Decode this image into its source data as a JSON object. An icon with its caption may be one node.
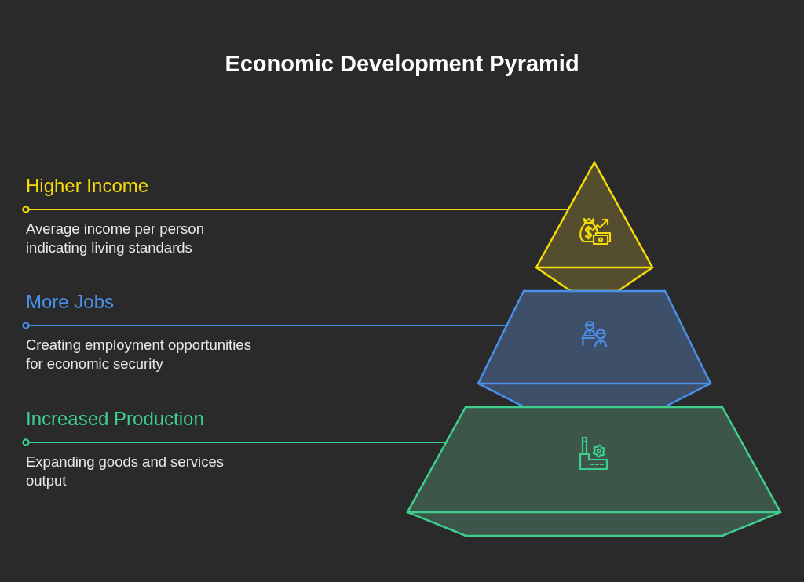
{
  "diagram": {
    "title": "Economic Development Pyramid",
    "nodes": [
      {
        "text": [
          "Higher Income",
          "Average income per person indicating living standards"
        ]
      },
      {
        "text": [],
        "shape": "triangle"
      },
      {
        "text": [
          "More Jobs",
          "Creating employment opportunities for economic security"
        ]
      },
      {
        "text": [],
        "shape": "trapezoid"
      },
      {
        "text": [
          "Increased Production",
          "Expanding goods and services output"
        ]
      },
      {
        "text": [],
        "shape": "trapezoid"
      }
    ],
    "edges": [
      {
        "from": 0,
        "to": 1,
        "arrow": "other",
        "color": "#f5d90a"
      },
      {
        "from": 2,
        "to": 3,
        "arrow": "other",
        "color": "#4a8fe8"
      },
      {
        "from": 4,
        "to": 5,
        "arrow": "other",
        "color": "#3ecf8e"
      }
    ]
  }
}
